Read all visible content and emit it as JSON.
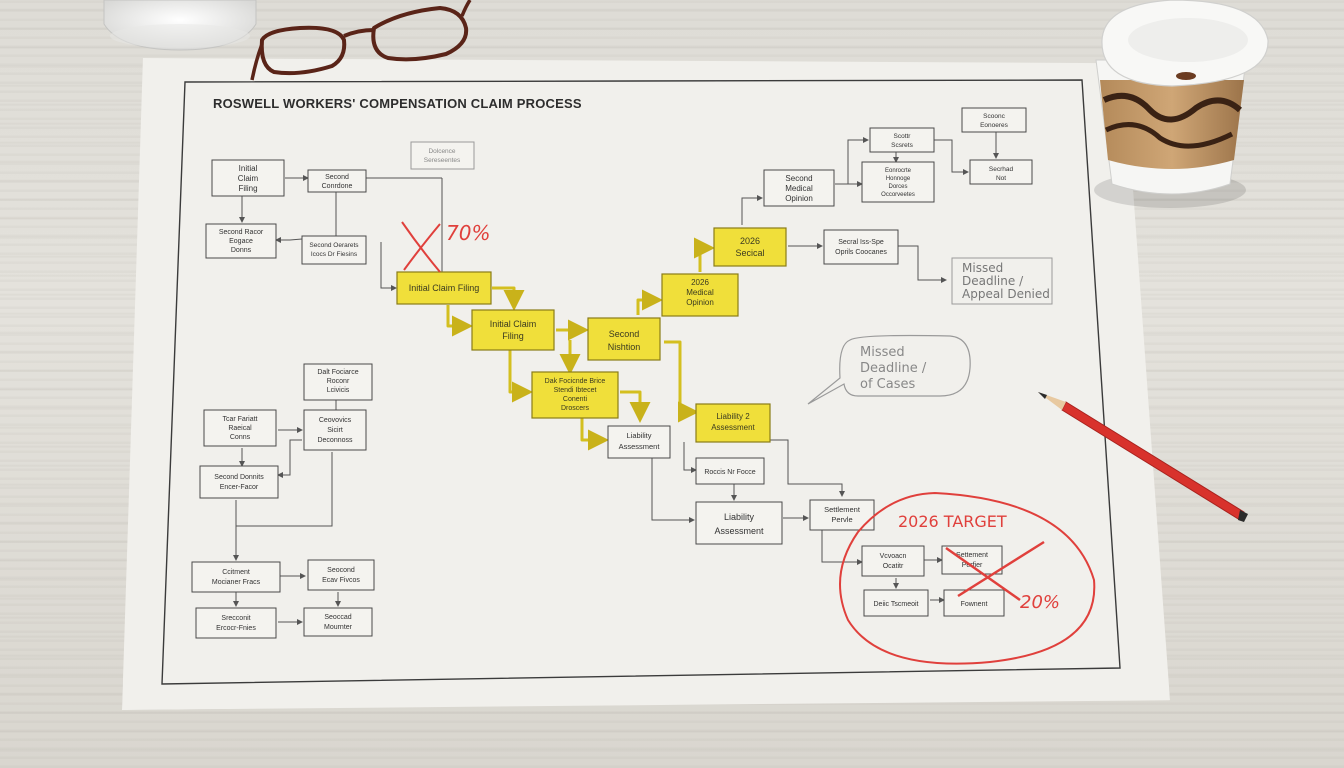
{
  "document": {
    "title": "ROSWELL WORKERS' COMPENSATION CLAIM PROCESS"
  },
  "flow_boxes": {
    "b1": [
      "Initial",
      "Claim",
      "Filing"
    ],
    "b2": [
      "Second",
      "Conrdone"
    ],
    "b3": [
      "Dolcence",
      "Sereseentes"
    ],
    "b4": [
      "Second Racor",
      "Eogace",
      "Donns"
    ],
    "b5": [
      "Second Oerarets",
      "Icocs Dr Fiesins"
    ],
    "b6": [
      "Dalt Fociarce",
      "Roconr",
      "Lcivicis"
    ],
    "b7": [
      "Tcar Fariatt",
      "Raeical",
      "Conns"
    ],
    "b8": [
      "Ceovovics",
      "Sicirt",
      "Deconnoss"
    ],
    "b9": [
      "Second Donnits",
      "Encer-Facor"
    ],
    "b10": [
      "Ccitment",
      "Mocianer Fracs"
    ],
    "b11": [
      "Seocond",
      "Ecav Fivcos"
    ],
    "b12": [
      "Srecconit",
      "Ercocr-Fnies"
    ],
    "b13": [
      "Seoccad",
      "Mournter"
    ],
    "b14": [
      "Liability",
      "Assessment"
    ],
    "b15": [
      "Roccis Nr Focce"
    ],
    "b16": [
      "Liability",
      "Assessment"
    ],
    "b17": [
      "Settlement",
      "Pervle"
    ],
    "b18": [
      "Vcvoacn",
      "Ocatitr"
    ],
    "b19": [
      "Settement",
      "Perfier"
    ],
    "b20": [
      "Deiic Tscmeoit"
    ],
    "b21": [
      "Fownent"
    ],
    "b22": [
      "Second",
      "Medical",
      "Opinion"
    ],
    "b23": [
      "Scottr",
      "Scsrets"
    ],
    "b24": [
      "Scoonc",
      "Eonoeres"
    ],
    "b25": [
      "Eonrocrte",
      "Honnoge",
      "Dorces",
      "Occorveetes"
    ],
    "b26": [
      "Secrhad",
      "Not"
    ],
    "b27": [
      "Secral Iss-Spe",
      "Oprils Coocanes"
    ]
  },
  "highlighted_path": {
    "h1": [
      "Initial Claim Filing"
    ],
    "h2": [
      "Initial Claim",
      "Filing"
    ],
    "h3": [
      "Dak Focicnde Brice",
      "Stendi Ibtecet",
      "Conenti",
      "Droscers"
    ],
    "h4": [
      "Second",
      "Nishtion"
    ],
    "h5": [
      "2026",
      "Medical",
      "Opinion"
    ],
    "h6": [
      "2026",
      "Secical"
    ],
    "h7": [
      "Liability 2",
      "Assessment"
    ]
  },
  "annotations": {
    "missed_deadline_appeal": [
      "Missed",
      "Deadline /",
      "Appeal Denied"
    ],
    "missed_deadline_bubble": [
      "Missed",
      "Deadline /",
      "of Cases"
    ],
    "percent_70": "70%",
    "target_label": "2026 TARGET",
    "percent_20": "20%"
  },
  "colors": {
    "highlight_yellow": "#f0df3a",
    "red_ink": "#e0403c",
    "pencil_red": "#d8322c",
    "box_border": "#4a4a4a",
    "paper": "#f1f0ec"
  },
  "objects": {
    "mug": "white mug",
    "glasses": "eyeglasses",
    "coffee_cup": "takeaway coffee cup",
    "pencil": "red pencil"
  }
}
